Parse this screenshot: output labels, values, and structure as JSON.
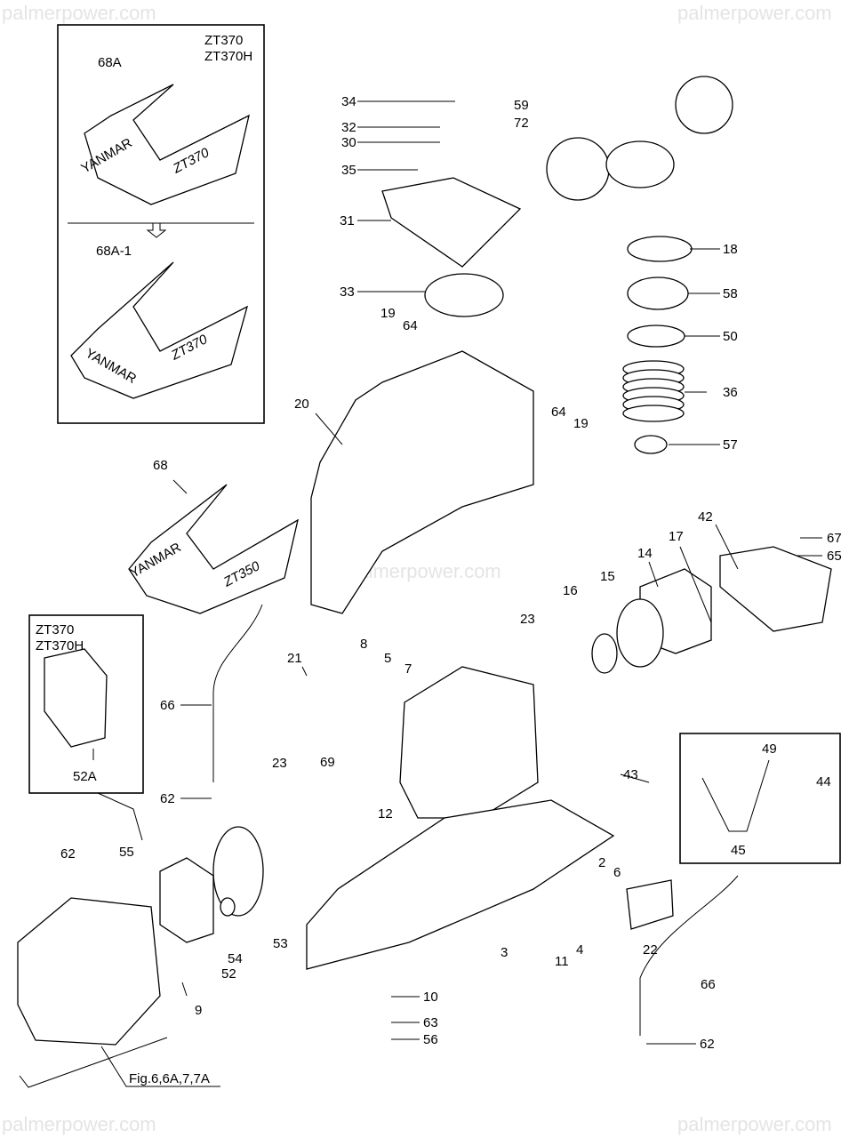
{
  "watermark": "palmerpower.com",
  "inset_top": {
    "models": [
      "ZT370",
      "ZT370H"
    ],
    "labels": [
      "68A",
      "68A-1"
    ],
    "decal_brand": "YANMAR",
    "decal_model": "ZT370"
  },
  "inset_left": {
    "models": [
      "ZT370",
      "ZT370H"
    ],
    "label": "52A"
  },
  "decal_68": {
    "brand": "YANMAR",
    "model": "ZT350"
  },
  "inset_right": {
    "labels": [
      "49",
      "44",
      "45"
    ]
  },
  "figure_reference": "Fig.6,6A,7,7A",
  "part_labels": [
    "34",
    "32",
    "30",
    "35",
    "31",
    "33",
    "59",
    "72",
    "18",
    "58",
    "50",
    "36",
    "57",
    "19",
    "64",
    "20",
    "64",
    "19",
    "68",
    "42",
    "67",
    "65",
    "17",
    "14",
    "15",
    "16",
    "23",
    "21",
    "8",
    "5",
    "7",
    "66",
    "69",
    "23",
    "43",
    "62",
    "12",
    "2",
    "6",
    "62",
    "55",
    "54",
    "53",
    "52",
    "3",
    "4",
    "11",
    "22",
    "66",
    "9",
    "10",
    "63",
    "56",
    "62"
  ]
}
